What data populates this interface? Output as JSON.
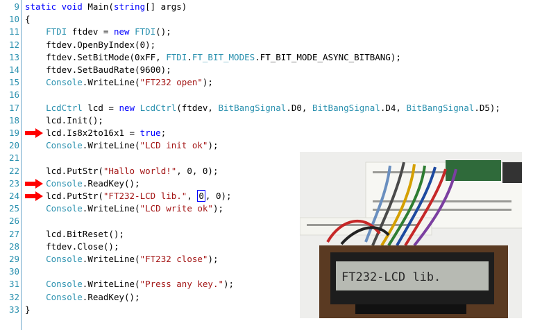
{
  "editor": {
    "lines": [
      {
        "no": "9",
        "indent": "",
        "tokens": [
          {
            "t": "static void ",
            "c": "kw"
          },
          {
            "t": "Main(",
            "c": ""
          },
          {
            "t": "string",
            "c": "kw"
          },
          {
            "t": "[] args)",
            "c": ""
          }
        ]
      },
      {
        "no": "10",
        "indent": "",
        "tokens": [
          {
            "t": "{",
            "c": ""
          }
        ]
      },
      {
        "no": "11",
        "indent": "    ",
        "tokens": [
          {
            "t": "FTDI",
            "c": "ty"
          },
          {
            "t": " ftdev = ",
            "c": ""
          },
          {
            "t": "new ",
            "c": "kw"
          },
          {
            "t": "FTDI",
            "c": "ty"
          },
          {
            "t": "();",
            "c": ""
          }
        ]
      },
      {
        "no": "12",
        "indent": "    ",
        "tokens": [
          {
            "t": "ftdev.OpenByIndex(0);",
            "c": ""
          }
        ]
      },
      {
        "no": "13",
        "indent": "    ",
        "tokens": [
          {
            "t": "ftdev.SetBitMode(0xFF, ",
            "c": ""
          },
          {
            "t": "FTDI",
            "c": "ty"
          },
          {
            "t": ".",
            "c": ""
          },
          {
            "t": "FT_BIT_MODES",
            "c": "ty"
          },
          {
            "t": ".FT_BIT_MODE_ASYNC_BITBANG);",
            "c": ""
          }
        ]
      },
      {
        "no": "14",
        "indent": "    ",
        "tokens": [
          {
            "t": "ftdev.SetBaudRate(9600);",
            "c": ""
          }
        ]
      },
      {
        "no": "15",
        "indent": "    ",
        "tokens": [
          {
            "t": "Console",
            "c": "ty"
          },
          {
            "t": ".WriteLine(",
            "c": ""
          },
          {
            "t": "\"FT232 open\"",
            "c": "str"
          },
          {
            "t": ");",
            "c": ""
          }
        ]
      },
      {
        "no": "16",
        "indent": "",
        "tokens": []
      },
      {
        "no": "17",
        "indent": "    ",
        "tokens": [
          {
            "t": "LcdCtrl",
            "c": "ty"
          },
          {
            "t": " lcd = ",
            "c": ""
          },
          {
            "t": "new ",
            "c": "kw"
          },
          {
            "t": "LcdCtrl",
            "c": "ty"
          },
          {
            "t": "(ftdev, ",
            "c": ""
          },
          {
            "t": "BitBangSignal",
            "c": "ty"
          },
          {
            "t": ".D0, ",
            "c": ""
          },
          {
            "t": "BitBangSignal",
            "c": "ty"
          },
          {
            "t": ".D4, ",
            "c": ""
          },
          {
            "t": "BitBangSignal",
            "c": "ty"
          },
          {
            "t": ".D5);",
            "c": ""
          }
        ]
      },
      {
        "no": "18",
        "indent": "    ",
        "tokens": [
          {
            "t": "lcd.Init();",
            "c": ""
          }
        ]
      },
      {
        "no": "19",
        "indent": "    ",
        "arrow": true,
        "tokens": [
          {
            "t": "lcd.Is8x2to16x1 = ",
            "c": ""
          },
          {
            "t": "true",
            "c": "kw"
          },
          {
            "t": ";",
            "c": ""
          }
        ]
      },
      {
        "no": "20",
        "indent": "    ",
        "tokens": [
          {
            "t": "Console",
            "c": "ty"
          },
          {
            "t": ".WriteLine(",
            "c": ""
          },
          {
            "t": "\"LCD init ok\"",
            "c": "str"
          },
          {
            "t": ");",
            "c": ""
          }
        ]
      },
      {
        "no": "21",
        "indent": "",
        "tokens": []
      },
      {
        "no": "22",
        "indent": "    ",
        "tokens": [
          {
            "t": "lcd.PutStr(",
            "c": ""
          },
          {
            "t": "\"Hallo world!\"",
            "c": "str"
          },
          {
            "t": ", 0, 0);",
            "c": ""
          }
        ]
      },
      {
        "no": "23",
        "indent": "    ",
        "arrow": true,
        "tokens": [
          {
            "t": "Console",
            "c": "ty"
          },
          {
            "t": ".ReadKey();",
            "c": ""
          }
        ]
      },
      {
        "no": "24",
        "indent": "    ",
        "arrow": true,
        "tokens": [
          {
            "t": "lcd.PutStr(",
            "c": ""
          },
          {
            "t": "\"FT232-LCD lib.\"",
            "c": "str"
          },
          {
            "t": ", ",
            "c": ""
          },
          {
            "t": "0",
            "c": "box"
          },
          {
            "t": ", 0);",
            "c": ""
          }
        ]
      },
      {
        "no": "25",
        "indent": "    ",
        "tokens": [
          {
            "t": "Console",
            "c": "ty"
          },
          {
            "t": ".WriteLine(",
            "c": ""
          },
          {
            "t": "\"LCD write ok\"",
            "c": "str"
          },
          {
            "t": ");",
            "c": ""
          }
        ]
      },
      {
        "no": "26",
        "indent": "",
        "tokens": []
      },
      {
        "no": "27",
        "indent": "    ",
        "tokens": [
          {
            "t": "lcd.BitReset();",
            "c": ""
          }
        ]
      },
      {
        "no": "28",
        "indent": "    ",
        "tokens": [
          {
            "t": "ftdev.Close();",
            "c": ""
          }
        ]
      },
      {
        "no": "29",
        "indent": "    ",
        "tokens": [
          {
            "t": "Console",
            "c": "ty"
          },
          {
            "t": ".WriteLine(",
            "c": ""
          },
          {
            "t": "\"FT232 close\"",
            "c": "str"
          },
          {
            "t": ");",
            "c": ""
          }
        ]
      },
      {
        "no": "30",
        "indent": "",
        "tokens": []
      },
      {
        "no": "31",
        "indent": "    ",
        "tokens": [
          {
            "t": "Console",
            "c": "ty"
          },
          {
            "t": ".WriteLine(",
            "c": ""
          },
          {
            "t": "\"Press any key.\"",
            "c": "str"
          },
          {
            "t": ");",
            "c": ""
          }
        ]
      },
      {
        "no": "32",
        "indent": "    ",
        "tokens": [
          {
            "t": "Console",
            "c": "ty"
          },
          {
            "t": ".ReadKey();",
            "c": ""
          }
        ]
      },
      {
        "no": "33",
        "indent": "",
        "tokens": [
          {
            "t": "}",
            "c": ""
          }
        ]
      }
    ]
  },
  "photo": {
    "lcd_text": "FT232-LCD lib."
  },
  "colors": {
    "keyword": "#0000ff",
    "type": "#2b91af",
    "string": "#a31515",
    "line_number": "#2b91af",
    "arrow": "#ff0000"
  },
  "icons": {
    "arrow": "right-arrow-icon"
  }
}
